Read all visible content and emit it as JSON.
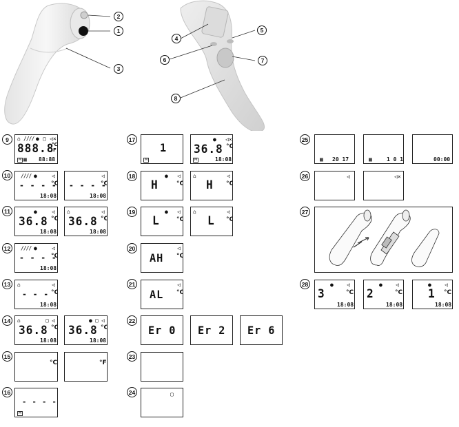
{
  "callouts": [
    "1",
    "2",
    "3",
    "4",
    "5",
    "6",
    "7",
    "8"
  ],
  "labels": [
    "9",
    "10",
    "11",
    "12",
    "13",
    "14",
    "15",
    "16",
    "17",
    "18",
    "19",
    "20",
    "21",
    "22",
    "23",
    "24",
    "25",
    "26",
    "27",
    "28"
  ],
  "displays": {
    "d9": {
      "main": "888.8",
      "unit": "°C",
      "F": "F",
      "time": "88:88",
      "m": "M"
    },
    "d10a": {
      "main": "- - - -",
      "unit": "°C",
      "time": "18:08"
    },
    "d10b": {
      "main": "- - - -",
      "unit": "°C",
      "time": "18:08"
    },
    "d11a": {
      "main": "36.8",
      "unit": "°C",
      "time": "18:08"
    },
    "d11b": {
      "main": "36.8",
      "unit": "°C",
      "time": "18:08"
    },
    "d12": {
      "main": "- - - -",
      "unit": "°C",
      "time": "18:08"
    },
    "d13": {
      "main": "- - -",
      "unit": "°C",
      "time": "18:08"
    },
    "d14a": {
      "main": "36.8",
      "unit": "°C",
      "time": "18:08"
    },
    "d14b": {
      "main": "36.8",
      "unit": "°C",
      "time": "18:08"
    },
    "d15a": {
      "unit": "°C"
    },
    "d15b": {
      "unit": "°F"
    },
    "d16": {
      "main": "- - - -",
      "m": "M"
    },
    "d17a": {
      "main": "1",
      "m": "M"
    },
    "d17b": {
      "main": "36.8",
      "unit": "°C",
      "time": "18:08",
      "m": "M"
    },
    "d18a": {
      "main": "H",
      "unit": "°C"
    },
    "d18b": {
      "main": "H",
      "unit": "°C"
    },
    "d19a": {
      "main": "L",
      "unit": "°C"
    },
    "d19b": {
      "main": "L",
      "unit": "°C"
    },
    "d20": {
      "main": "AH",
      "unit": "°C"
    },
    "d21": {
      "main": "AL",
      "unit": "°C"
    },
    "d22a": {
      "main": "Er 0"
    },
    "d22b": {
      "main": "Er 2"
    },
    "d22c": {
      "main": "Er 6"
    },
    "d25a": {
      "main": "20 17"
    },
    "d25b": {
      "main": "1 0 1"
    },
    "d25c": {
      "main": "00:00"
    },
    "d28a": {
      "main": "3",
      "unit": "°C",
      "time": "18:08"
    },
    "d28b": {
      "main": "2",
      "unit": "°C",
      "time": "18:08"
    },
    "d28c": {
      "main": "1",
      "unit": "°C",
      "time": "18:08"
    }
  }
}
